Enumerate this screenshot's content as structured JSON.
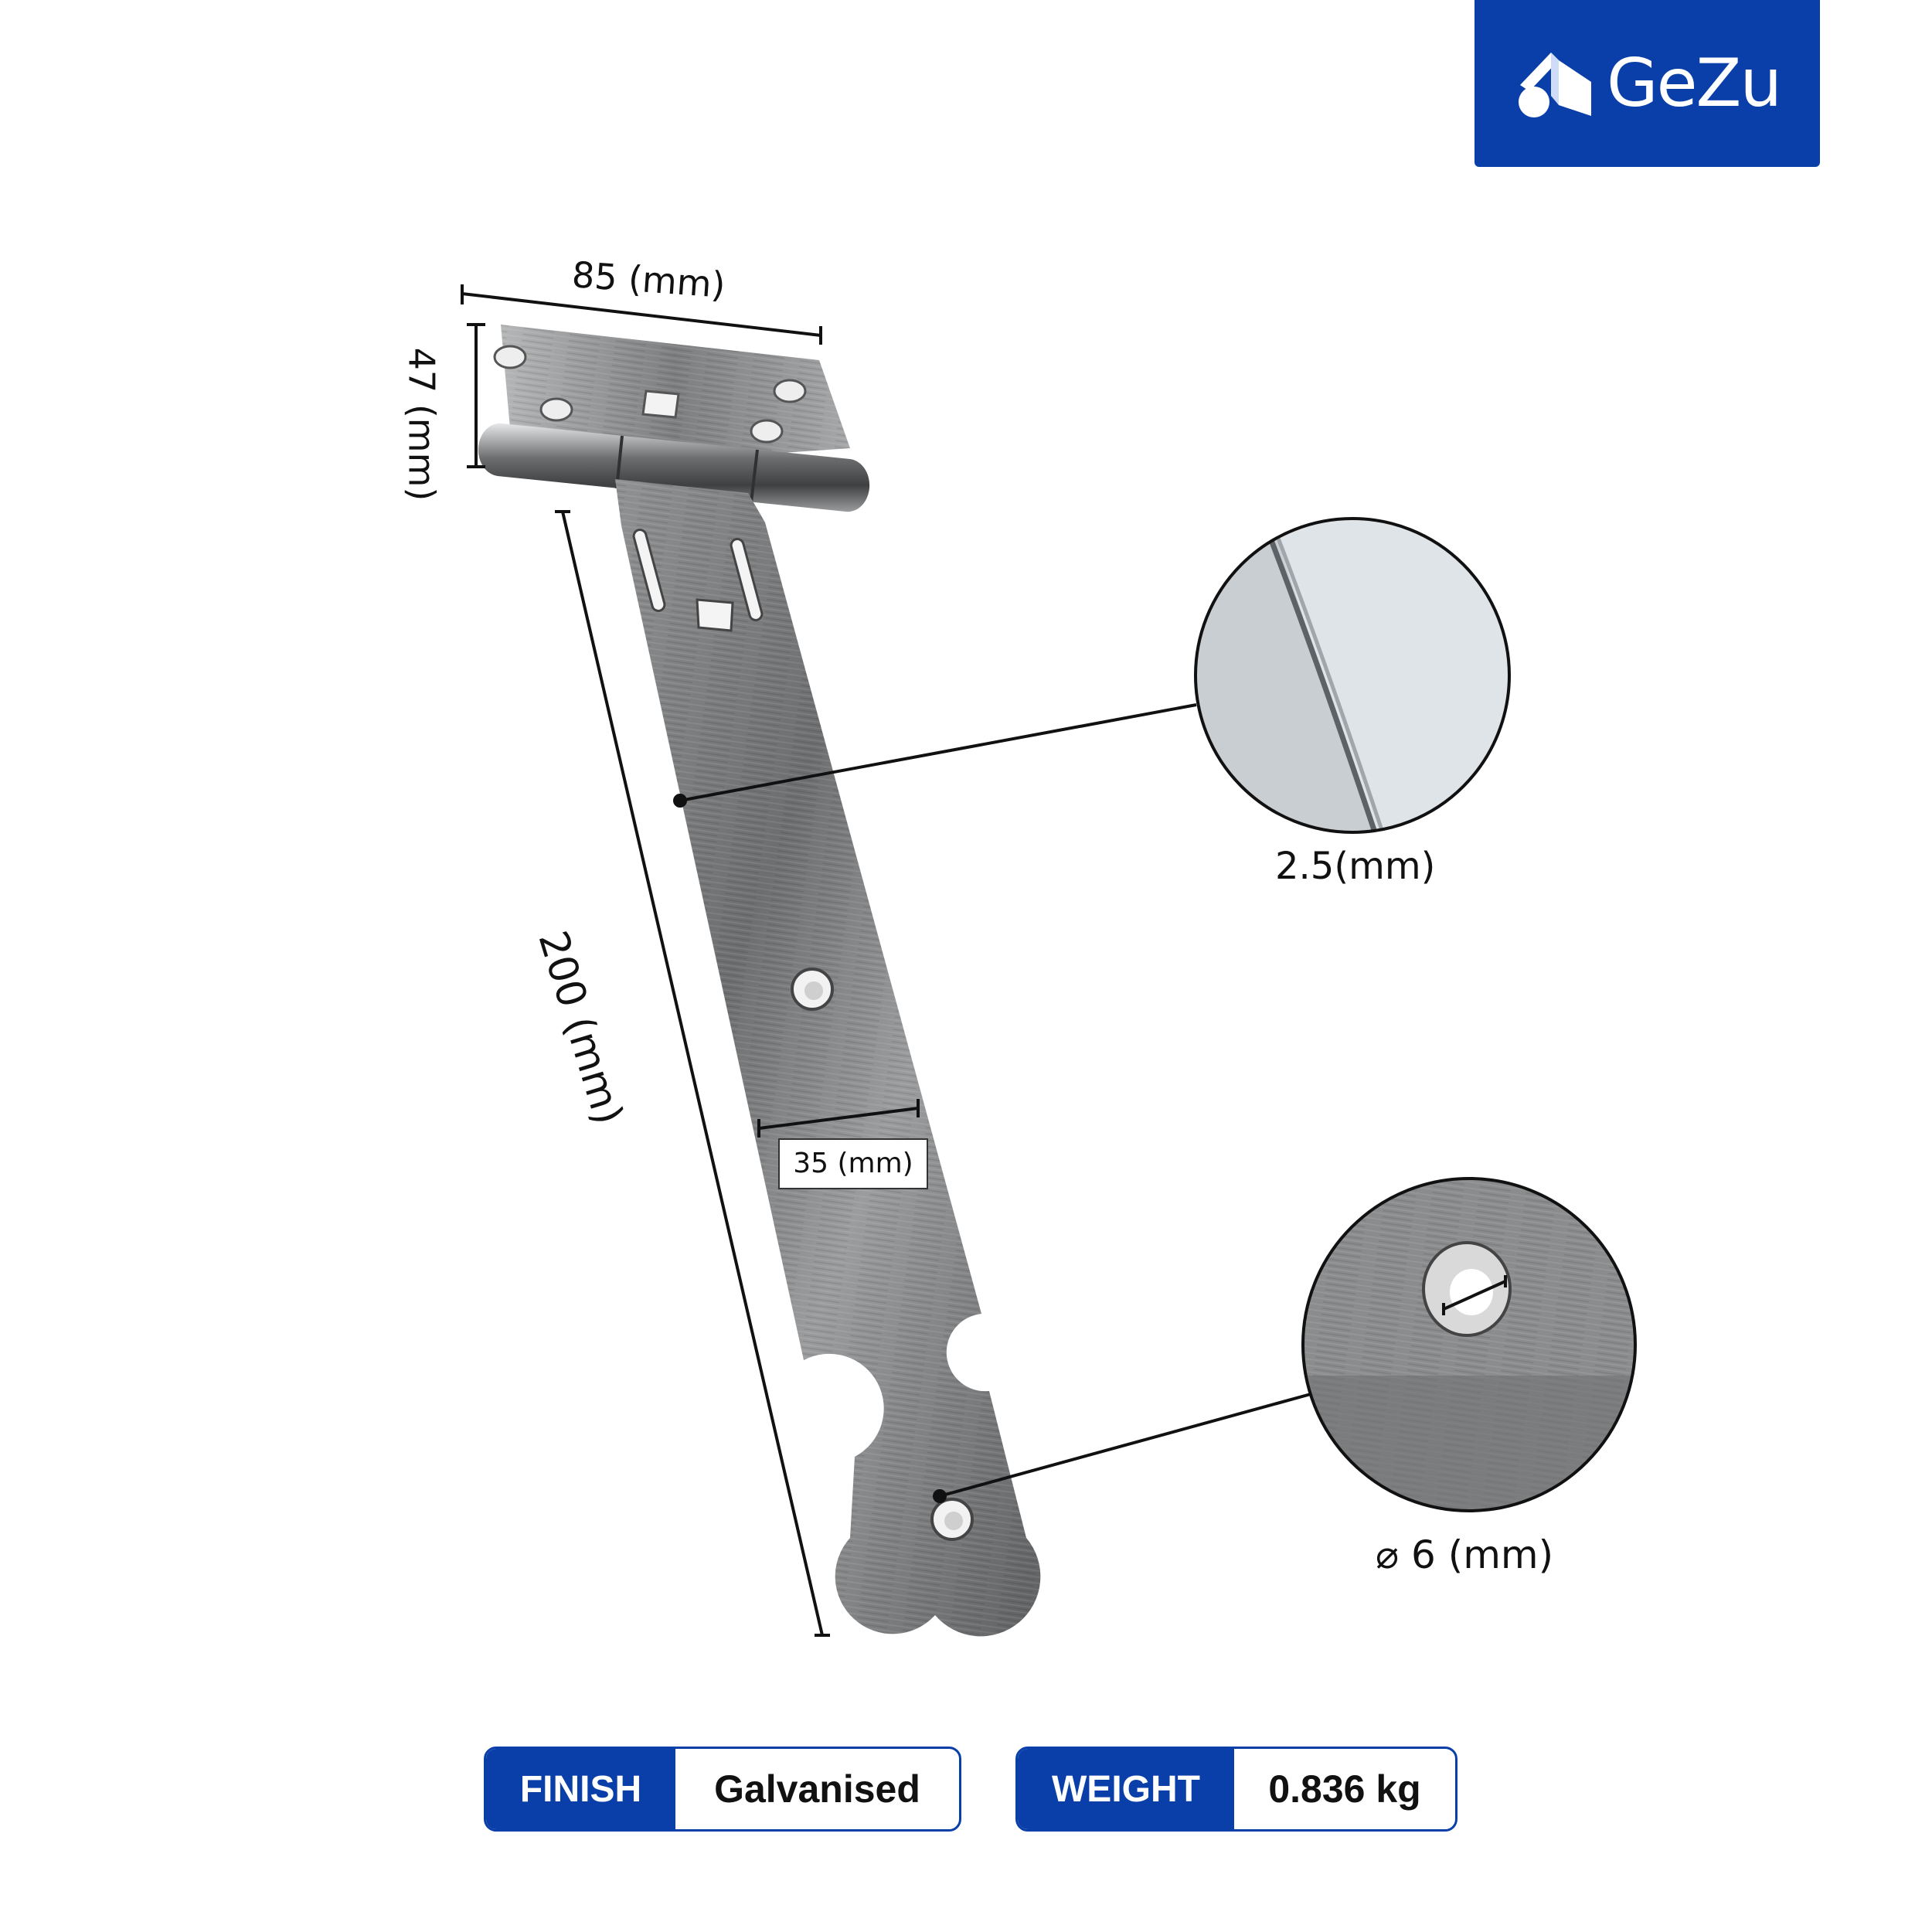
{
  "brand": {
    "name": "GeZu",
    "color": "#0a3faa"
  },
  "dimensions": {
    "top_width": "85 (mm)",
    "top_height": "47 (mm)",
    "length": "200 (mm)",
    "strap_width": "35 (mm)",
    "thickness": "2.5(mm)",
    "hole_diameter": "⌀ 6 (mm)"
  },
  "specs": {
    "finish": {
      "label": "FINISH",
      "value": "Galvanised"
    },
    "weight": {
      "label": "WEIGHT",
      "value": "0.836 kg"
    }
  },
  "icons": [
    "gezu-logo-icon",
    "hinge-illustration",
    "thickness-zoom",
    "hole-zoom"
  ]
}
